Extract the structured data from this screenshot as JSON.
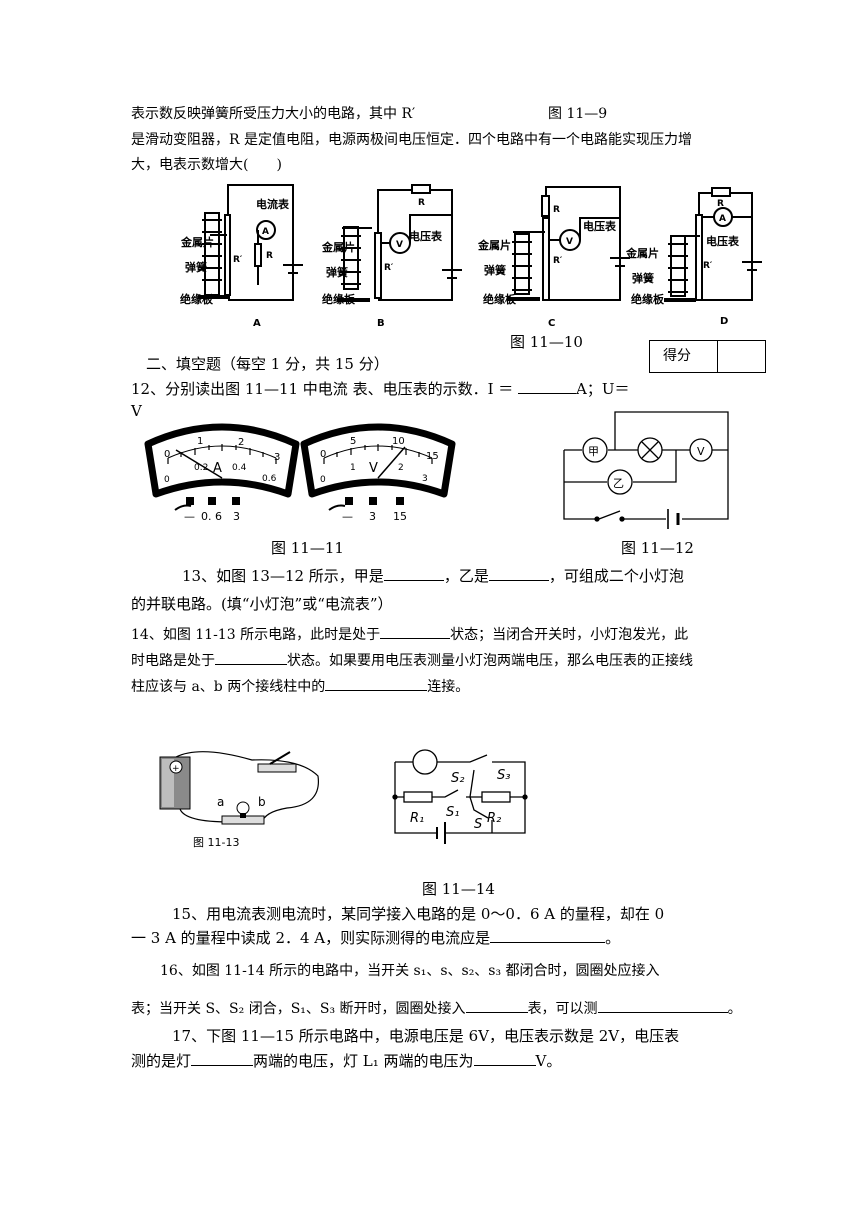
{
  "q11": {
    "line1": "表示数反映弹簧所受压力大小的电路，其中 R′",
    "fig_prev": "图 11—9",
    "line2": "是滑动变阻器，R 是定值电阻，电源两极间电压恒定．四个电路中有一个电路能实现压力增",
    "line3": "大，电表示数增大(　　)",
    "circuits": [
      {
        "option": "A",
        "meter_label": "电流表",
        "meter_symbol": "A"
      },
      {
        "option": "B",
        "meter_label": "电压表",
        "meter_symbol": "V"
      },
      {
        "option": "C",
        "meter_label": "电压表",
        "meter_symbol": "V"
      },
      {
        "option": "D",
        "meter_label": "电压表",
        "meter_symbol": "A"
      }
    ],
    "part_labels": {
      "plate": "金属片",
      "spring": "弹簧",
      "base": "绝缘板",
      "r_fixed": "R",
      "r_var": "R′"
    },
    "figure_caption": "图 11—10"
  },
  "score_box": {
    "label": "得分",
    "value": ""
  },
  "section2": {
    "heading": "二、填空题（每空 1 分，共 15 分）"
  },
  "q12": {
    "text_a": "12、分别读出图 11—11 中电流  表、电压表的示数．I  ＝  ",
    "text_b": "A；U＝",
    "text_c": "V",
    "ammeter": {
      "ticks_top": [
        "0",
        "1",
        "2",
        "3"
      ],
      "ticks_bottom": [
        "0",
        "0.2",
        "0.4",
        "0.6"
      ],
      "symbol": "A",
      "terminals": [
        "—",
        "0. 6",
        "3"
      ]
    },
    "voltmeter": {
      "ticks_top": [
        "0",
        "5",
        "10",
        "15"
      ],
      "ticks_bottom": [
        "0",
        "1",
        "2",
        "3"
      ],
      "symbol": "V",
      "terminals": [
        "—",
        "3",
        "15"
      ]
    },
    "fig_caption_11": "图 11—11",
    "fig_caption_12": "图 11—12",
    "fig12_labels": {
      "jia": "甲",
      "yi": "乙",
      "v": "V"
    }
  },
  "q13": {
    "text_a": "13、如图 13—12 所示，甲是",
    "text_b": "，乙是",
    "text_c": "，可组成二个小灯泡",
    "line2": "的并联电路。(填“小灯泡”或“电流表”）"
  },
  "q14": {
    "line1a": "14、如图 11-13 所示电路，此时是处于",
    "line1b": "状态；当闭合开关时，小灯泡发光，此",
    "line2a": "时电路是处于",
    "line2b": "状态。如果要用电压表测量小灯泡两端电压，那么电压表的正接线",
    "line3a": "柱应该与 a、b 两个接线柱中的",
    "line3b": "连接。",
    "fig13_caption": "图 11-13",
    "fig13_a": "a",
    "fig13_b": "b",
    "fig14_labels": {
      "s2": "S₂",
      "s3": "S₃",
      "s1": "S₁",
      "s": "S",
      "r1": "R₁",
      "r2": "R₂"
    },
    "fig14_caption": "图 11—14"
  },
  "q15": {
    "line1": "15、用电流表测电流时，某同学接入电路的是 0～0．6 A 的量程，却在 0",
    "line2a": "一 3 A 的量程中读成 2．4 A，则实际测得的电流应是",
    "line2b": "。"
  },
  "q16": {
    "line1": "16、如图 11-14 所示的电路中，当开关 s₁、s、s₂、s₃ 都闭合时，圆圈处应接入",
    "line2a": "表；当开关 S、S₂ 闭合，S₁、S₃ 断开时，圆圈处接入",
    "line2b": "表，可以测",
    "line2c": "。"
  },
  "q17": {
    "line1": "17、下图 11—15 所示电路中，电源电压是 6V，电压表示数是 2V，电压表",
    "line2a": "测的是灯",
    "line2b": "两端的电压，灯 L₁ 两端的电压为",
    "line2c": "V。"
  }
}
